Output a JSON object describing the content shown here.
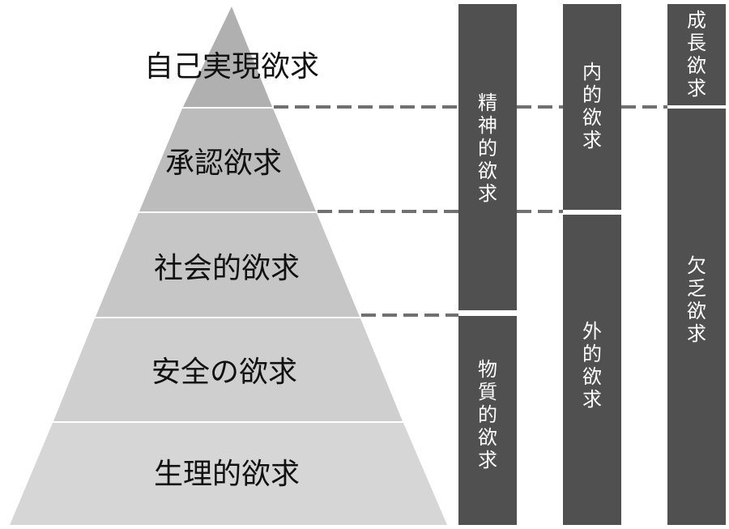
{
  "colors": {
    "tiers": [
      "#b0b0b0",
      "#bcbcbc",
      "#c6c6c6",
      "#cfcfcf",
      "#d6d6d6"
    ],
    "column": "#505050",
    "dash": "#707070"
  },
  "pyramid": {
    "tiers": [
      {
        "label": "自己実現欲求"
      },
      {
        "label": "承認欲求"
      },
      {
        "label": "社会的欲求"
      },
      {
        "label": "安全の欲求"
      },
      {
        "label": "生理的欲求"
      }
    ]
  },
  "columns": {
    "col1": {
      "upper": "精神的欲求",
      "lower": "物質的欲求"
    },
    "col2": {
      "upper": "内的欲求",
      "lower": "外的欲求"
    },
    "col3": {
      "upper": "成長欲求",
      "lower": "欠乏欲求"
    }
  }
}
